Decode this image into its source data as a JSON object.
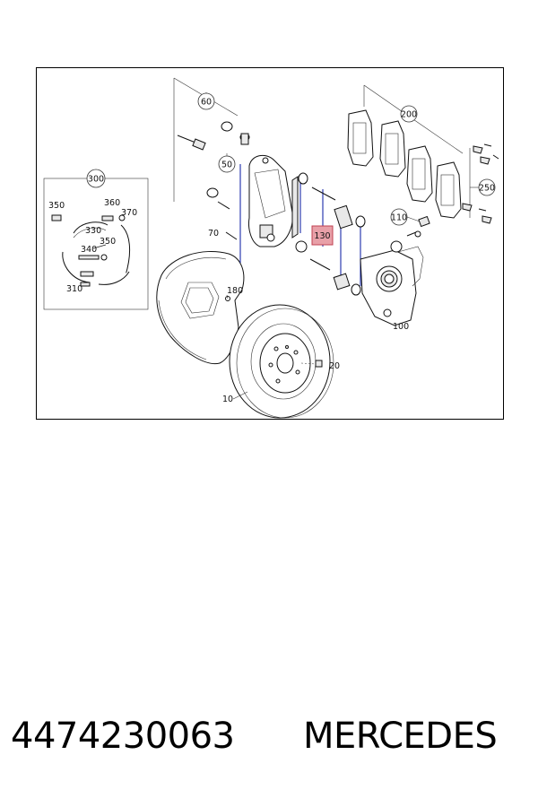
{
  "diagram": {
    "callouts": {
      "c300": "300",
      "c60": "60",
      "c50": "50",
      "c130": "130",
      "c200": "200",
      "c250": "250",
      "c110": "110"
    },
    "labels": {
      "l350a": "350",
      "l360": "360",
      "l370": "370",
      "l330": "330",
      "l350b": "350",
      "l340": "340",
      "l310": "310",
      "l70": "70",
      "l180": "180",
      "l20": "20",
      "l10": "10",
      "l100": "100"
    },
    "highlight_color": "#e8a0a8",
    "accent_line_color": "#1a2aa8"
  },
  "footer": {
    "part_number": "4474230063",
    "brand": "MERCEDES"
  }
}
